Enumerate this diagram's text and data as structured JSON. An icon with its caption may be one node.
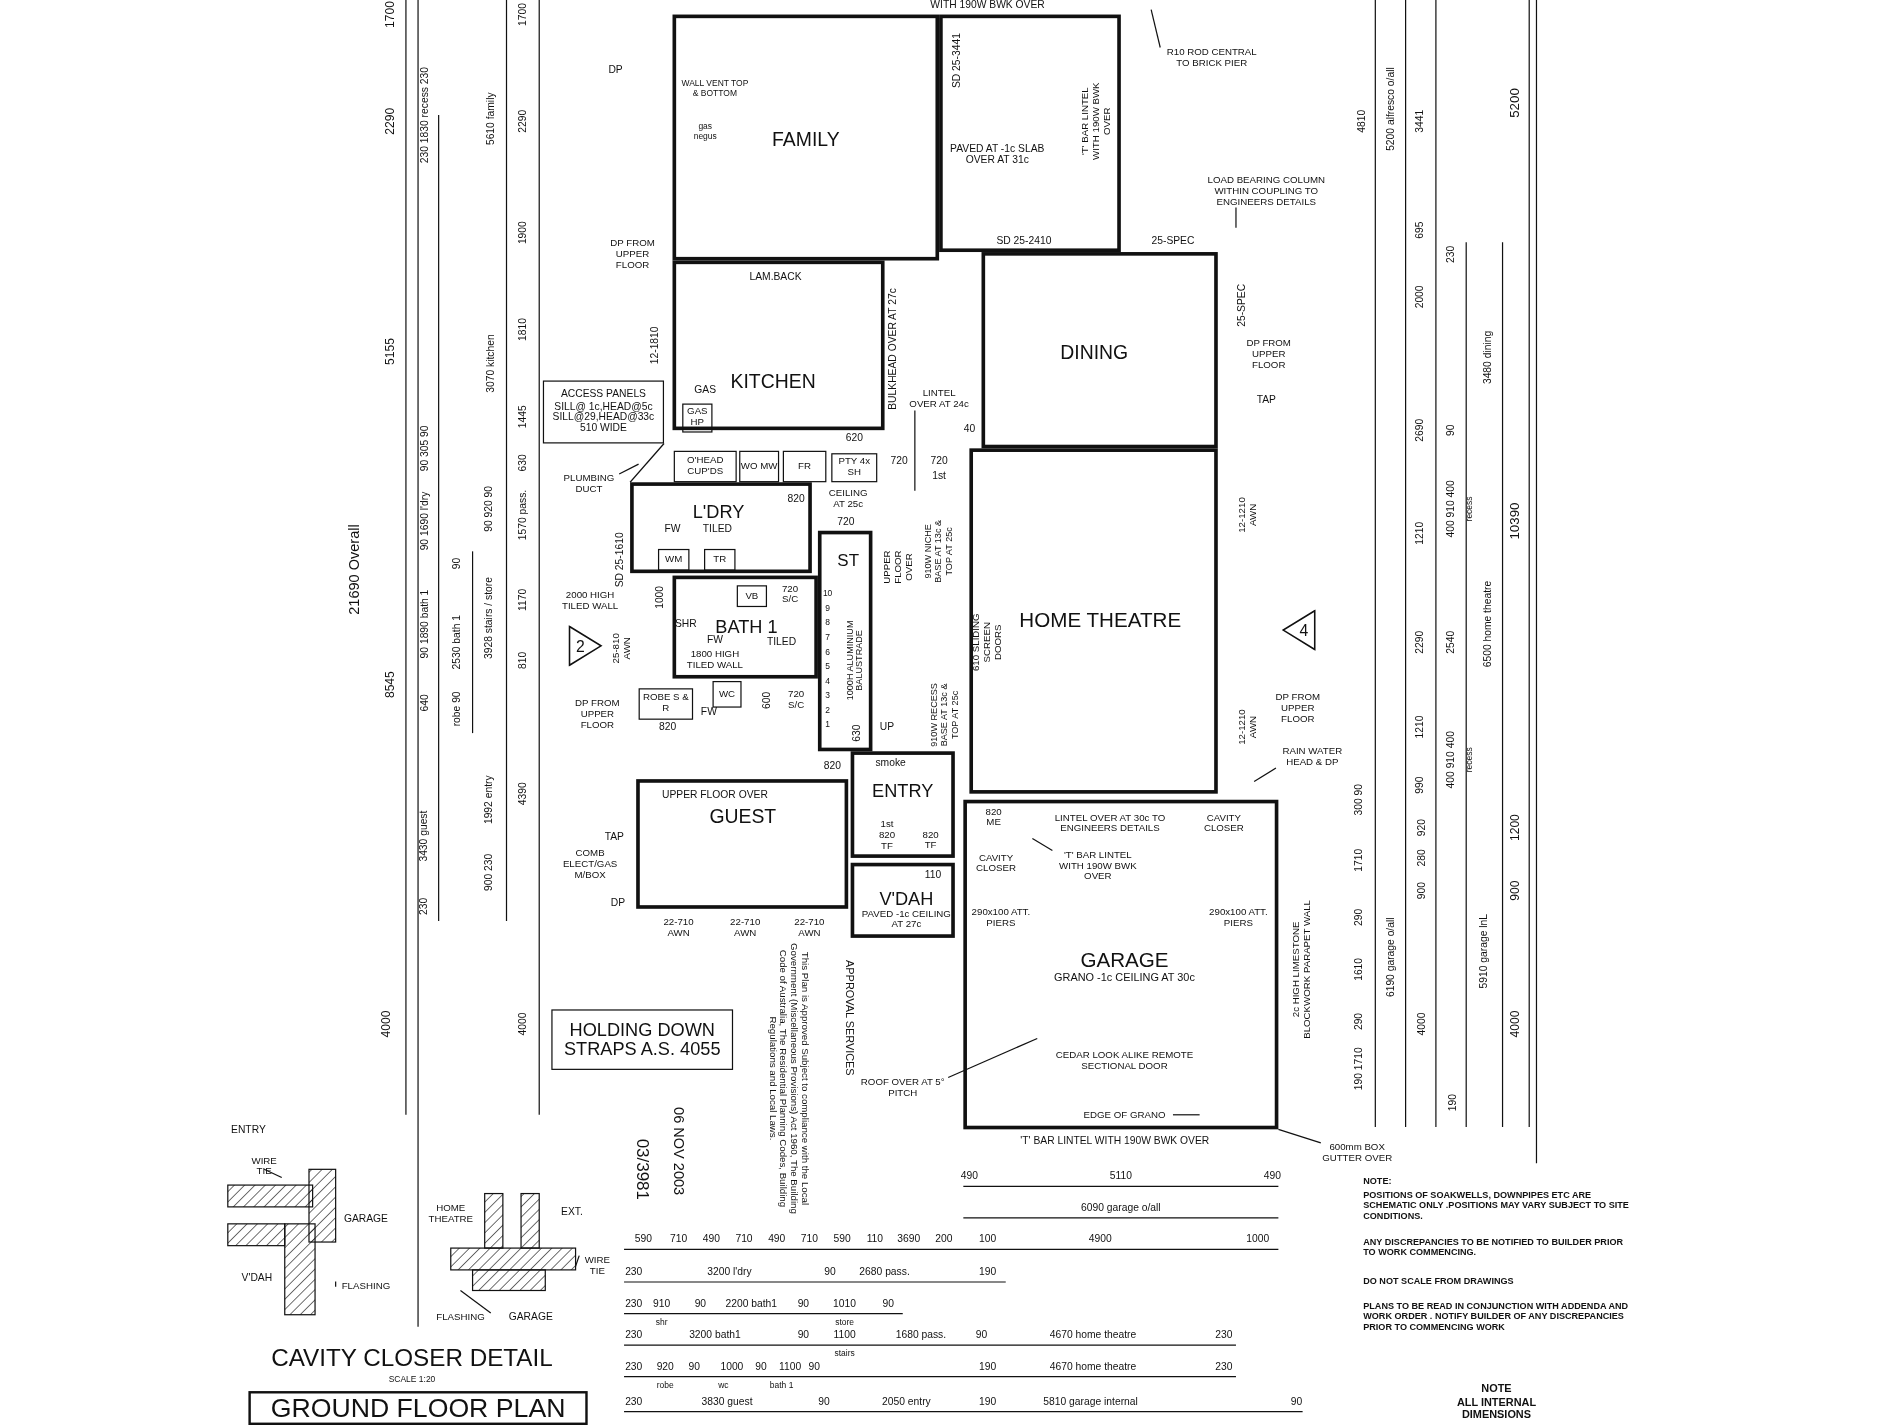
{
  "diagram": {
    "nodes": [
      {
        "text": [
          "FAMILY"
        ]
      },
      {
        "text": [
          "PAVED AT -1c SLAB OVER AT 31c"
        ]
      },
      {
        "text": [
          "KITCHEN"
        ]
      },
      {
        "text": [
          "DINING"
        ]
      },
      {
        "text": [
          "HOME THEATRE"
        ]
      },
      {
        "text": [
          "L'DRY"
        ]
      },
      {
        "text": [
          "BATH 1"
        ]
      },
      {
        "text": [
          "GUEST"
        ]
      },
      {
        "text": [
          "ENTRY"
        ]
      },
      {
        "text": [
          "V'DAH",
          "PAVED -1c CEILING AT 27c"
        ]
      },
      {
        "text": [
          "GARAGE",
          "GRANO -1c CEILING AT 30c"
        ]
      },
      {
        "text": [
          "ST"
        ]
      },
      {
        "text": [
          "ACCESS PANELS SILL@ 1c,HEAD@5c SILL@29,HEAD@33c 510 WIDE"
        ]
      },
      {
        "text": [
          "HOLDING DOWN STRAPS A.S. 4055"
        ]
      },
      {
        "text": [
          "GROUND FLOOR PLAN"
        ]
      },
      {
        "text": [
          "R10 ROD CENTRAL TO BRICK PIER"
        ]
      },
      {
        "text": [
          "LOAD BEARING COLUMN WITHIN COUPLING TO ENGINEERS DETAILS"
        ]
      },
      {
        "text": [
          "RAIN WATER HEAD & DP"
        ]
      },
      {
        "text": [
          "600mm BOX GUTTER OVER"
        ]
      },
      {
        "text": [
          "ROOF OVER AT 5° PITCH"
        ]
      },
      {
        "text": [
          "PLUMBING DUCT"
        ]
      },
      {
        "text": [
          "LINTEL OVER AT 24c"
        ]
      },
      {
        "text": [
          "'T' BAR LINTEL WITH 190W BWK OVER"
        ],
        "in": 10
      },
      {
        "text": [
          "EDGE OF GRANO"
        ],
        "in": 10
      },
      {
        "text": [
          "WIRE TIE"
        ]
      },
      {
        "text": [
          "FLASHING"
        ]
      },
      {
        "text": [
          "WIRE TIE"
        ]
      },
      {
        "text": [
          "FLASHING"
        ]
      },
      {
        "text": [
          "O'HEAD CUP'DS"
        ]
      },
      {
        "text": [
          "WO MW"
        ]
      },
      {
        "text": [
          "FR"
        ]
      },
      {
        "text": [
          "PTY 4x SH"
        ]
      },
      {
        "text": [
          "WM"
        ],
        "in": 5
      },
      {
        "text": [
          "TR"
        ],
        "in": 5
      },
      {
        "text": [
          "ROBE S & R"
        ]
      },
      {
        "text": [
          "GAS HP"
        ],
        "in": 2
      },
      {
        "text": [
          "VB"
        ],
        "in": 6
      },
      {
        "text": [
          "WC"
        ]
      },
      {
        "text": [
          "2"
        ]
      },
      {
        "text": [
          "4"
        ]
      },
      {
        "text": [],
        "shape": "picture"
      },
      {
        "text": [],
        "shape": "picture"
      }
    ],
    "edges": [
      {
        "from": 15,
        "to": null,
        "arrow": "none"
      },
      {
        "from": 16,
        "to": null,
        "arrow": "none"
      },
      {
        "from": 17,
        "to": null,
        "arrow": "none"
      },
      {
        "from": 18,
        "to": 10,
        "arrow": "none"
      },
      {
        "from": 19,
        "to": null,
        "arrow": "none"
      },
      {
        "from": 20,
        "to": null,
        "arrow": "none"
      },
      {
        "from": 21,
        "to": null,
        "arrow": "none"
      },
      {
        "from": 22,
        "to": null,
        "arrow": "none"
      },
      {
        "from": 12,
        "to": 5,
        "arrow": "none"
      },
      {
        "from": 23,
        "to": null,
        "arrow": "none"
      },
      {
        "from": 24,
        "to": 40,
        "arrow": "none"
      },
      {
        "from": 25,
        "to": 40,
        "arrow": "none"
      },
      {
        "from": 26,
        "to": 41,
        "arrow": "none"
      },
      {
        "from": 27,
        "to": 41,
        "arrow": "none"
      }
    ],
    "labels": [
      "WITH 190W BWK OVER",
      "SD 25-3441",
      "'T' BAR LINTEL WITH 190W BWK OVER",
      "DP",
      "WALL VENT TOP & BOTTOM",
      "gas negus",
      "DP FROM UPPER FLOOR",
      "SD 25-2410",
      "25-SPEC",
      "25-SPEC",
      "LAM.BACK",
      "12-1810",
      "BULKHEAD OVER AT 27c",
      "GAS",
      "DP FROM UPPER FLOOR",
      "TAP",
      "40",
      "620",
      "720",
      "720",
      "1st",
      "820",
      "CEILING AT 25c",
      "FW",
      "TILED",
      "SD 25-1610",
      "720",
      "910W NICHE BASE AT 13c & TOP AT 25c",
      "UPPER FLOOR OVER",
      "2000 HIGH TILED WALL",
      "1000",
      "720 S/C",
      "SHR",
      "FW",
      "TILED",
      "1800 HIGH TILED WALL",
      "25-810 AWN",
      "1000H ALUMINIUM BALUSTRADE",
      "610 SLIDING SCREEN DOORS",
      "12-1210 AWN",
      "10",
      "9",
      "8",
      "7",
      "6",
      "5",
      "4",
      "3",
      "2",
      "1",
      "DP FROM UPPER FLOOR",
      "820",
      "FW",
      "600",
      "720 S/C",
      "630",
      "UP",
      "820",
      "smoke",
      "910W RECESS BASE AT 13c & TOP AT 25c",
      "12-1210 AWN",
      "DP FROM UPPER FLOOR",
      "UPPER FLOOR OVER",
      "TAP",
      "COMB ELECT/GAS M/BOX",
      "DP",
      "1st 820 TF",
      "820 TF",
      "820 ME",
      "CAVITY CLOSER",
      "110",
      "LINTEL OVER AT 30c TO ENGINEERS DETAILS",
      "CAVITY CLOSER",
      "290x100 ATT. PIERS",
      "290x100 ATT. PIERS",
      "22-710 AWN",
      "22-710 AWN",
      "22-710 AWN",
      "CEDAR LOOK ALIKE REMOTE SECTIONAL DOOR",
      "'T' BAR LINTEL WITH 190W BWK OVER",
      "2c HIGH LIMESTONE BLOCKWORK PARAPET WALL",
      "This Plan is Approved Subject to compliance with the Local Government (Miscellaneous Provisions) Act 1960, The Building Code of Australia, The Residential Planning Codes, Building Regulations and Local Laws.",
      "APPROVAL SERVICES",
      "06 NOV 2003",
      "03/3981",
      "1700",
      "2290",
      "5155",
      "21690 Overall",
      "8545",
      "4000",
      "230 1830 recess 230",
      "90 305 90",
      "90 1690 l'dry",
      "90 1890 bath 1",
      "640",
      "3430 guest",
      "230",
      "90",
      "2530 bath 1",
      "robe 90",
      "5610 family",
      "3070 kitchen",
      "90 920 90",
      "3928 stairs / store",
      "1992 entry",
      "900 230",
      "1700",
      "2290",
      "1900",
      "1810",
      "1445",
      "630",
      "1570 pass.",
      "1170",
      "810",
      "4390",
      "4000",
      "4810",
      "5200 alfresco o/all",
      "3441",
      "695",
      "2000",
      "2690",
      "1210",
      "2290",
      "1210",
      "990",
      "230",
      "90",
      "400 910 400",
      "recess",
      "2540",
      "400 910 400",
      "recess",
      "3480 dining",
      "6500 home theatre",
      "5200",
      "10390",
      "300 90",
      "1710",
      "290",
      "1610",
      "290",
      "190 1710",
      "6190 garage o/all",
      "920",
      "280",
      "900",
      "4000",
      "190",
      "5910 garage lnL",
      "1200",
      "900",
      "4000",
      "490",
      "5110",
      "490",
      "6090 garage o/all",
      "590",
      "710",
      "490",
      "710",
      "490",
      "710",
      "590",
      "110",
      "3690",
      "200",
      "100",
      "4900",
      "1000",
      "230",
      "3200 l'dry",
      "90",
      "2680 pass.",
      "190",
      "230",
      "910",
      "shr",
      "90",
      "2200 bath1",
      "90",
      "1010",
      "store",
      "90",
      "230",
      "3200 bath1",
      "90",
      "1100",
      "stairs",
      "1680 pass.",
      "90",
      "4670 home theatre",
      "230",
      "230",
      "920",
      "90",
      "1000",
      "90",
      "1100",
      "90",
      "robe",
      "wc",
      "bath 1",
      "190",
      "4670 home theatre",
      "230",
      "230",
      "3830 guest",
      "90",
      "2050 entry",
      "190",
      "5810 garage internal",
      "90",
      "ENTRY",
      "GARAGE",
      "V'DAH",
      "HOME THEATRE",
      "EXT.",
      "GARAGE",
      "CAVITY CLOSER DETAIL",
      "SCALE 1:20",
      "NOTE:",
      "POSITIONS OF SOAKWELLS, DOWNPIPES ETC ARE SCHEMATIC ONLY .POSITIONS MAY VARY SUBJECT TO SITE CONDITIONS.",
      "ANY DISCREPANCIES TO BE NOTIFIED TO BUILDER PRIOR TO WORK COMMENCING.",
      "DO NOT SCALE FROM DRAWINGS",
      "PLANS TO BE READ IN CONJUNCTION WITH ADDENDA AND WORK ORDER . NOTIFY BUILDER OF ANY DISCREPANCIES PRIOR TO COMMENCING WORK",
      "NOTE",
      "ALL INTERNAL DIMENSIONS"
    ]
  }
}
